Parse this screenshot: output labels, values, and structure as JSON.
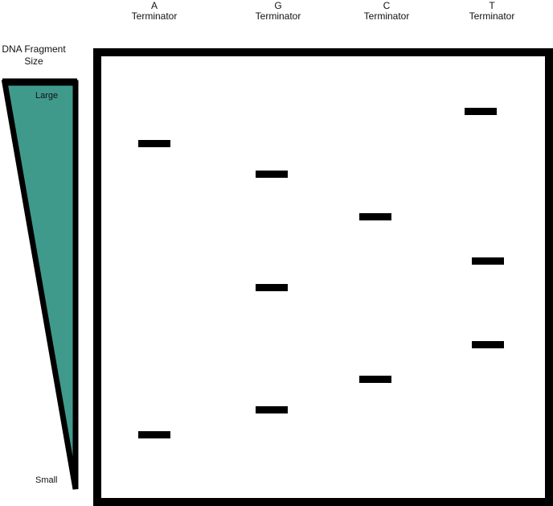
{
  "axis": {
    "title_line1": "DNA Fragment",
    "title_line2": "Size",
    "large_label": "Large",
    "small_label": "Small",
    "fill_color": "#3f9a8c"
  },
  "lanes": [
    {
      "base": "A",
      "label": "Terminator",
      "band_ranks": [
        2,
        10
      ]
    },
    {
      "base": "G",
      "label": "Terminator",
      "band_ranks": [
        3,
        6,
        9
      ]
    },
    {
      "base": "C",
      "label": "Terminator",
      "band_ranks": [
        4,
        8
      ]
    },
    {
      "base": "T",
      "label": "Terminator",
      "band_ranks": [
        1,
        5,
        7
      ]
    }
  ]
}
